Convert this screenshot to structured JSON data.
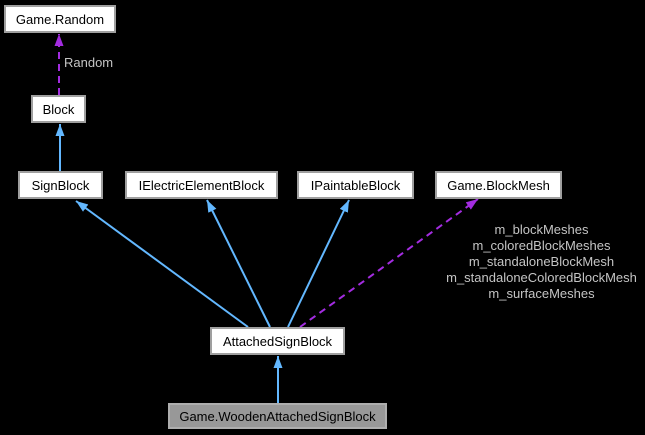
{
  "diagram": {
    "kind": "class-collaboration-graph",
    "background_color": "#000000",
    "colors": {
      "inheritance_edge": "#63b8ff",
      "usage_edge": "#a32ce0",
      "node_fill": "#ffffff",
      "node_border": "#9f9f9f",
      "node_text": "#000000",
      "current_node_fill": "#989898",
      "current_node_border": "#aeaeae",
      "edge_label_text": "#c4c4c4"
    },
    "nodes": {
      "game_random": {
        "label": "Game.Random"
      },
      "block": {
        "label": "Block"
      },
      "sign_block": {
        "label": "SignBlock"
      },
      "ielectric_element_block": {
        "label": "IElectricElementBlock"
      },
      "ipaintable_block": {
        "label": "IPaintableBlock"
      },
      "game_block_mesh": {
        "label": "Game.BlockMesh"
      },
      "attached_sign_block": {
        "label": "AttachedSignBlock"
      },
      "game_wooden_attached_sign_block": {
        "label": "Game.WoodenAttachedSignBlock"
      }
    },
    "edges": {
      "block_uses_game_random": {
        "label": "Random",
        "style": "dashed-usage"
      },
      "attached_uses_game_block_mesh": {
        "style": "dashed-usage",
        "labels": [
          "m_blockMeshes",
          "m_coloredBlockMeshes",
          "m_standaloneBlockMesh",
          "m_standaloneColoredBlockMesh",
          "m_surfaceMeshes"
        ]
      }
    }
  }
}
